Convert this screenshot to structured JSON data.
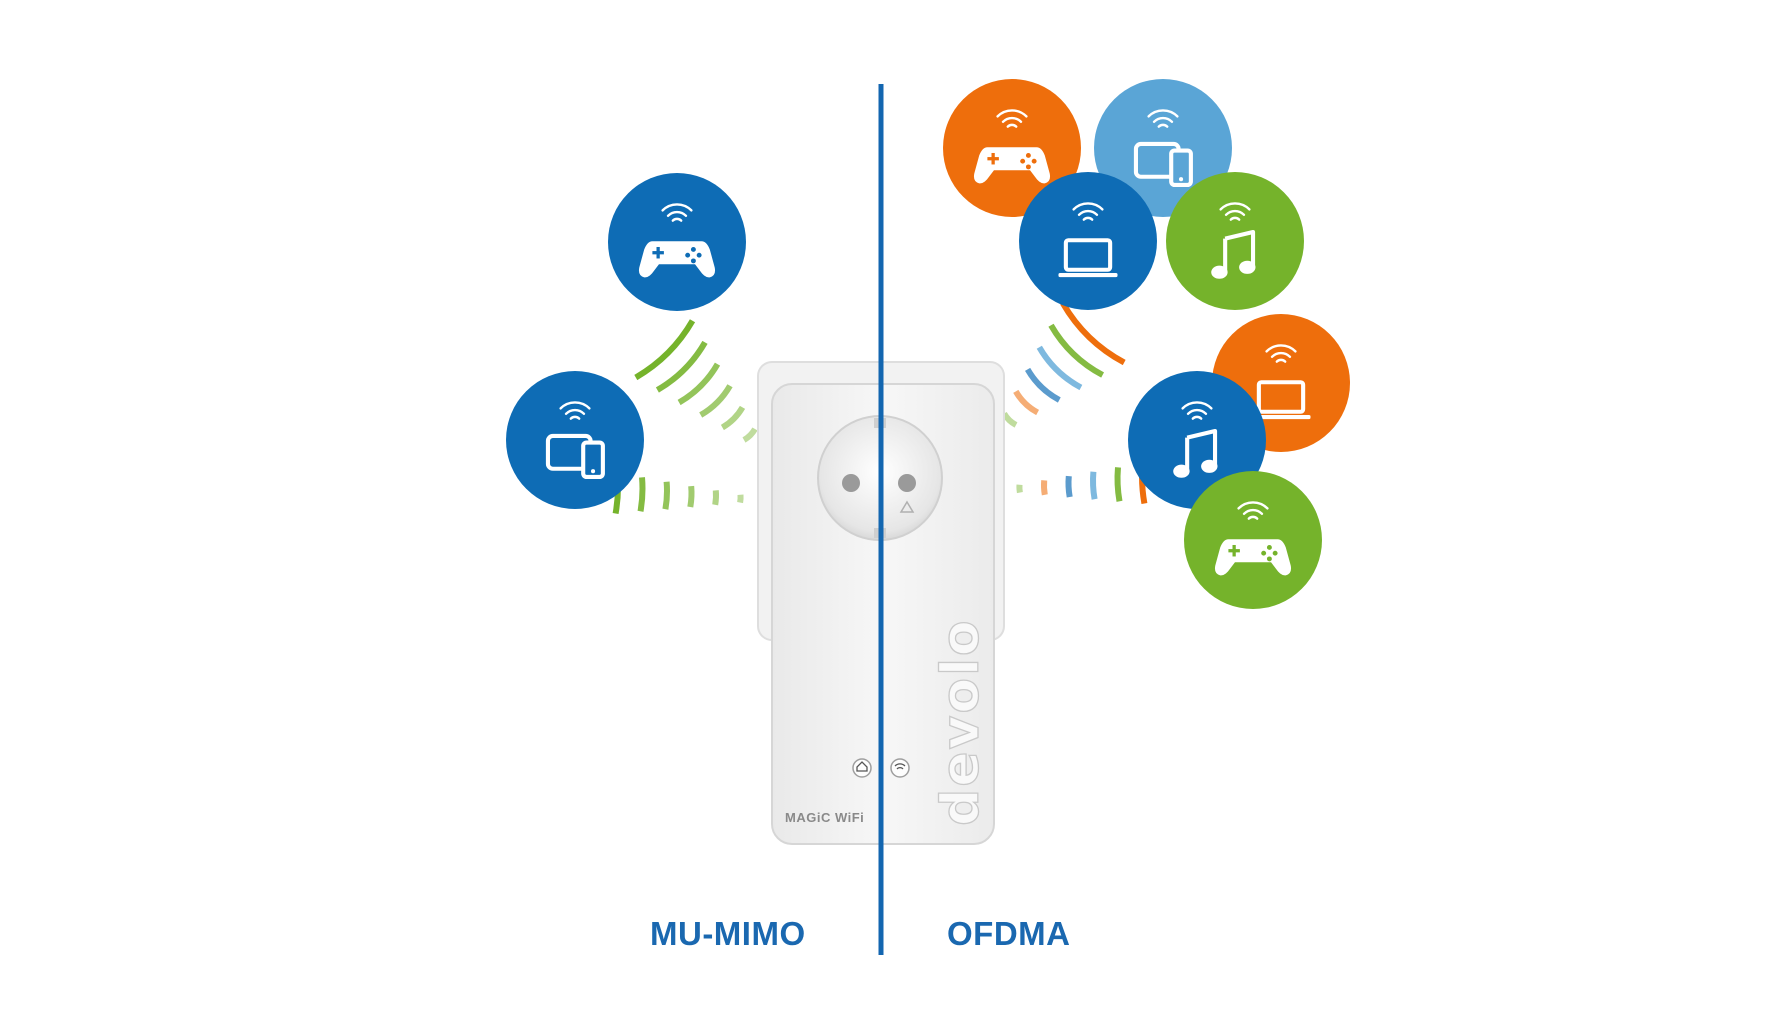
{
  "colors": {
    "blue": "#0e6cb5",
    "light_blue": "#5aa5d6",
    "orange": "#ee6e0c",
    "green": "#75b32b",
    "divider": "#1366b0",
    "label": "#1a68b0",
    "device": "#f4f4f4"
  },
  "labels": {
    "left": "MU-MIMO",
    "right": "OFDMA"
  },
  "device": {
    "brand": "devolo",
    "product_label": "MAGiC WiFi"
  },
  "devices_left": [
    {
      "icon": "gamepad",
      "color": "blue"
    },
    {
      "icon": "tablet-phone",
      "color": "blue"
    }
  ],
  "devices_right": [
    {
      "icon": "gamepad",
      "color": "orange"
    },
    {
      "icon": "tablet-phone",
      "color": "light_blue"
    },
    {
      "icon": "laptop",
      "color": "blue"
    },
    {
      "icon": "music",
      "color": "green"
    },
    {
      "icon": "laptop",
      "color": "orange"
    },
    {
      "icon": "music",
      "color": "blue"
    },
    {
      "icon": "gamepad",
      "color": "green"
    }
  ]
}
